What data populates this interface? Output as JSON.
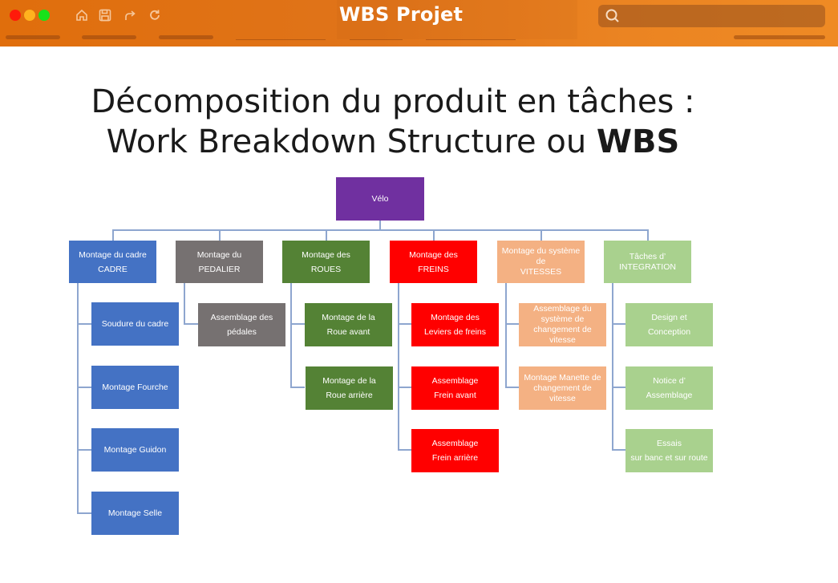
{
  "window": {
    "title": "WBS Projet",
    "controls": [
      "close",
      "minimize",
      "maximize"
    ],
    "toolbar_icons": [
      "home-icon",
      "save-icon",
      "redo-icon",
      "refresh-icon"
    ],
    "search": {
      "placeholder": "",
      "value": ""
    }
  },
  "slide": {
    "title_line1": "Décomposition du produit en tâches :",
    "title_line2_prefix": "Work Breakdown Structure ou ",
    "title_line2_bold": "WBS"
  },
  "colors": {
    "root": "#7030a0",
    "cadre": "#4472c4",
    "pedalier": "#767171",
    "roues": "#548235",
    "freins": "#ff0000",
    "vitesses": "#f4b183",
    "integration": "#a9d18e",
    "connector": "#8ea6cf",
    "topbar": "#e5781a"
  },
  "wbs": {
    "root": {
      "label": "Vélo"
    },
    "branches": [
      {
        "label": "Montage du cadre\nCADRE",
        "children": [
          "Soudure du cadre",
          "Montage Fourche",
          "Montage Guidon",
          "Montage Selle"
        ]
      },
      {
        "label": "Montage du\nPEDALIER",
        "children": [
          "Assemblage des\npédales"
        ]
      },
      {
        "label": "Montage des\nROUES",
        "children": [
          "Montage de la\nRoue avant",
          "Montage de la\nRoue arrière"
        ]
      },
      {
        "label": "Montage des\nFREINS",
        "children": [
          "Montage des\nLeviers de freins",
          "Assemblage\nFrein avant",
          "Assemblage\nFrein arrière"
        ]
      },
      {
        "label": "Montage du système\nde\nVITESSES",
        "children": [
          "Assemblage du\nsystème de\nchangement de\nvitesse",
          "Montage Manette de\nchangement de\nvitesse"
        ]
      },
      {
        "label": "Tâches d’\nINTEGRATION",
        "children": [
          "Design et\nConception",
          "Notice d’\nAssemblage",
          "Essais\nsur banc et sur route"
        ]
      }
    ]
  }
}
